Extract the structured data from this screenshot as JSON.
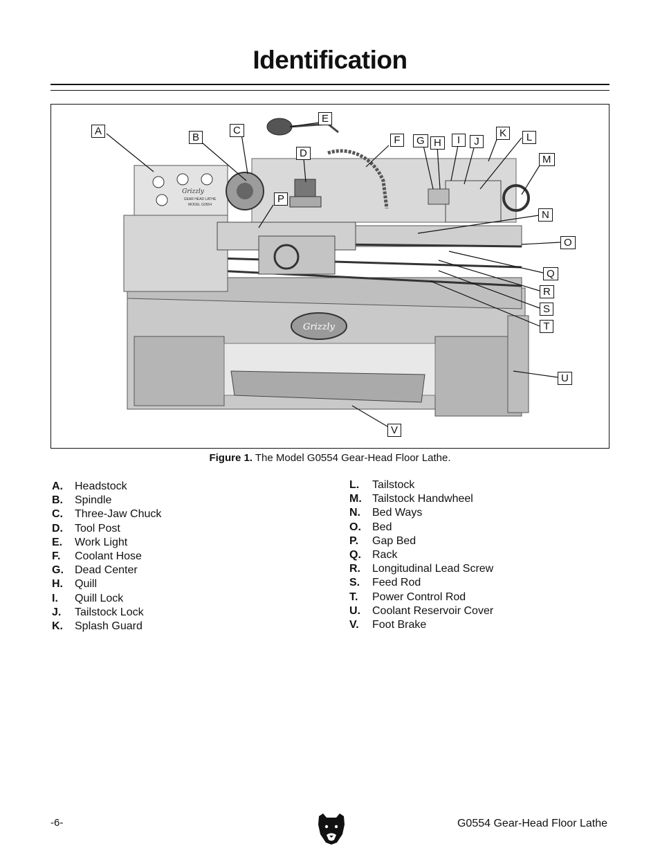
{
  "page": {
    "title": "Identification",
    "caption_prefix": "Figure 1.",
    "caption_text": " The Model G0554 Gear-Head Floor Lathe.",
    "page_number": "-6-",
    "footer_title": "G0554 Gear-Head Floor Lathe",
    "brand_logo_icon": "bear-head-icon"
  },
  "callouts": [
    "A",
    "B",
    "C",
    "D",
    "E",
    "F",
    "G",
    "H",
    "I",
    "J",
    "K",
    "L",
    "M",
    "N",
    "O",
    "P",
    "Q",
    "R",
    "S",
    "T",
    "U",
    "V"
  ],
  "machine_text": {
    "brand": "Grizzly",
    "plate_line1": "GEAR HEAD LATHE",
    "plate_line2": "MODEL G0554"
  },
  "parts_left": [
    {
      "key": "A.",
      "name": "Headstock"
    },
    {
      "key": "B.",
      "name": "Spindle"
    },
    {
      "key": "C.",
      "name": "Three-Jaw Chuck"
    },
    {
      "key": "D.",
      "name": "Tool Post"
    },
    {
      "key": "E.",
      "name": "Work Light"
    },
    {
      "key": "F.",
      "name": "Coolant Hose"
    },
    {
      "key": "G.",
      "name": "Dead Center"
    },
    {
      "key": "H.",
      "name": "Quill"
    },
    {
      "key": "I.",
      "name": "Quill Lock"
    },
    {
      "key": "J.",
      "name": "Tailstock Lock"
    },
    {
      "key": "K.",
      "name": "Splash Guard"
    }
  ],
  "parts_right": [
    {
      "key": "L.",
      "name": "Tailstock"
    },
    {
      "key": "M.",
      "name": "Tailstock Handwheel"
    },
    {
      "key": "N.",
      "name": "Bed Ways"
    },
    {
      "key": "O.",
      "name": "Bed"
    },
    {
      "key": "P.",
      "name": "Gap Bed"
    },
    {
      "key": "Q.",
      "name": "Rack"
    },
    {
      "key": "R.",
      "name": "Longitudinal Lead Screw"
    },
    {
      "key": "S.",
      "name": "Feed Rod"
    },
    {
      "key": "T.",
      "name": "Power Control Rod"
    },
    {
      "key": "U.",
      "name": "Coolant Reservoir Cover"
    },
    {
      "key": "V.",
      "name": "Foot Brake"
    }
  ]
}
